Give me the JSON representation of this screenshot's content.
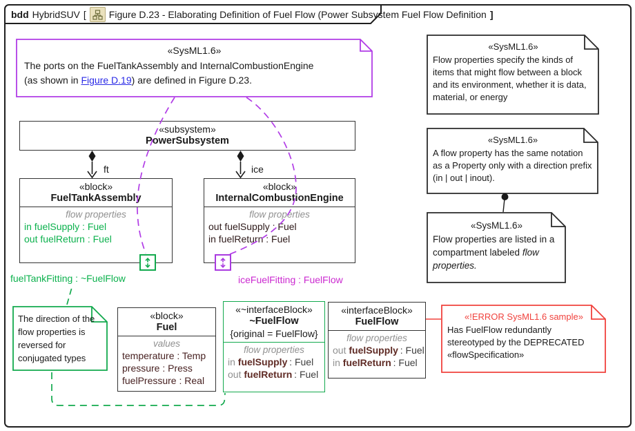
{
  "frame": {
    "kind": "bdd",
    "model": "HybridSUV",
    "open_bracket": "[",
    "title": "Figure D.23 - Elaborating Definition of Fuel Flow (Power Subsystem Fuel Flow Definition",
    "close_bracket": "]",
    "icon": "bdd-diagram-icon"
  },
  "notes": {
    "ports_note": {
      "stereotype": "«SysML1.6»",
      "line1": "The ports on the FuelTankAssembly and InternalCombustionEngine",
      "line2_pre": "(as shown in ",
      "link": "Figure D.19",
      "line2_post": ") are defined in Figure D.23."
    },
    "flow_kinds": {
      "stereotype": "«SysML1.6»",
      "text": "Flow properties specify the kinds of items that might flow between a block and its environment, whether it is data, material, or energy"
    },
    "notation": {
      "stereotype": "«SysML1.6»",
      "text": "A flow property has the same notation as a Property only with a direction prefix (in | out | inout)."
    },
    "compartment": {
      "stereotype": "«SysML1.6»",
      "text_pre": "Flow properties are listed in a compartment labeled ",
      "text_italic": "flow properties."
    },
    "conjugation": {
      "text": "The direction of the flow properties is reversed for conjugated types"
    },
    "error": {
      "stereotype": "«!ERROR SysML1.6 sample»",
      "text_line1": "Has FuelFlow redundantly stereotyped by the DEPRECATED «flowSpecification»"
    }
  },
  "blocks": {
    "power_subsystem": {
      "stereotype": "«subsystem»",
      "name": "PowerSubsystem"
    },
    "fuel_tank_assembly": {
      "stereotype": "«block»",
      "name": "FuelTankAssembly",
      "compartment": "flow properties",
      "props": [
        "in fuelSupply : Fuel",
        "out fuelReturn : Fuel"
      ]
    },
    "internal_combustion_engine": {
      "stereotype": "«block»",
      "name": "InternalCombustionEngine",
      "compartment": "flow properties",
      "props": [
        "out fuelSupply : Fuel",
        "in fuelReturn : Fuel"
      ]
    },
    "fuel": {
      "stereotype": "«block»",
      "name": "Fuel",
      "compartment": "values",
      "props": [
        "temperature : Temp",
        "pressure : Press",
        "fuelPressure : Real"
      ]
    },
    "conjugated_fuel_flow": {
      "stereotype": "«~interfaceBlock»",
      "name": "~FuelFlow",
      "constraint": "{original = FuelFlow}",
      "compartment": "flow properties",
      "props": [
        {
          "dir": "in",
          "name": "fuelSupply",
          "type": ": Fuel"
        },
        {
          "dir": "out",
          "name": "fuelReturn",
          "type": ": Fuel"
        }
      ]
    },
    "fuel_flow": {
      "stereotype": "«interfaceBlock»",
      "name": "FuelFlow",
      "compartment": "flow properties",
      "props": [
        {
          "dir": "out",
          "name": "fuelSupply",
          "type": ": Fuel"
        },
        {
          "dir": "in",
          "name": "fuelReturn",
          "type": ": Fuel"
        }
      ]
    }
  },
  "connectors": {
    "ft_label": "ft",
    "ice_label": "ice",
    "fuel_tank_port_label": "fuelTankFitting : ~FuelFlow",
    "ice_port_label": "iceFuelFitting : FuelFlow"
  },
  "colors": {
    "purple": "#b13ce6",
    "green": "#12a94d",
    "green_text": "#0cb14d",
    "magenta": "#cb2ad0",
    "red": "#f0423d",
    "maroon": "#5f2b25",
    "gray": "#909090"
  }
}
